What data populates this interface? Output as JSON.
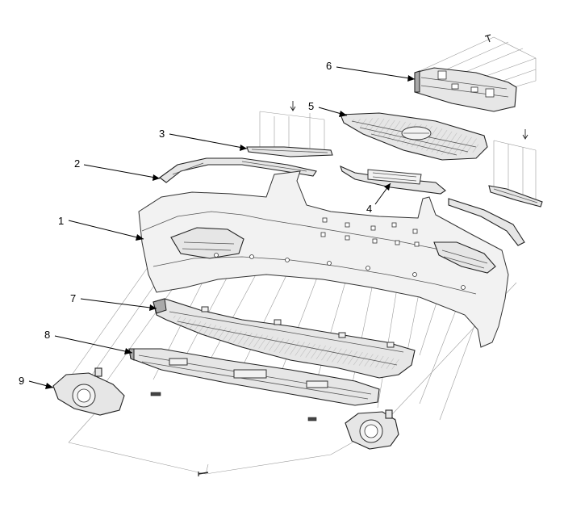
{
  "figure": {
    "callouts": [
      {
        "id": "c1",
        "label": "1"
      },
      {
        "id": "c2",
        "label": "2"
      },
      {
        "id": "c3",
        "label": "3"
      },
      {
        "id": "c4",
        "label": "4"
      },
      {
        "id": "c5",
        "label": "5"
      },
      {
        "id": "c6",
        "label": "6"
      },
      {
        "id": "c7",
        "label": "7"
      },
      {
        "id": "c8",
        "label": "8"
      },
      {
        "id": "c9",
        "label": "9"
      }
    ],
    "colors": {
      "stroke": "#222222",
      "fill": "#e6e6e6",
      "dark": "#a9a9a9",
      "guide": "#9a9a9a",
      "background": "#ffffff"
    }
  }
}
